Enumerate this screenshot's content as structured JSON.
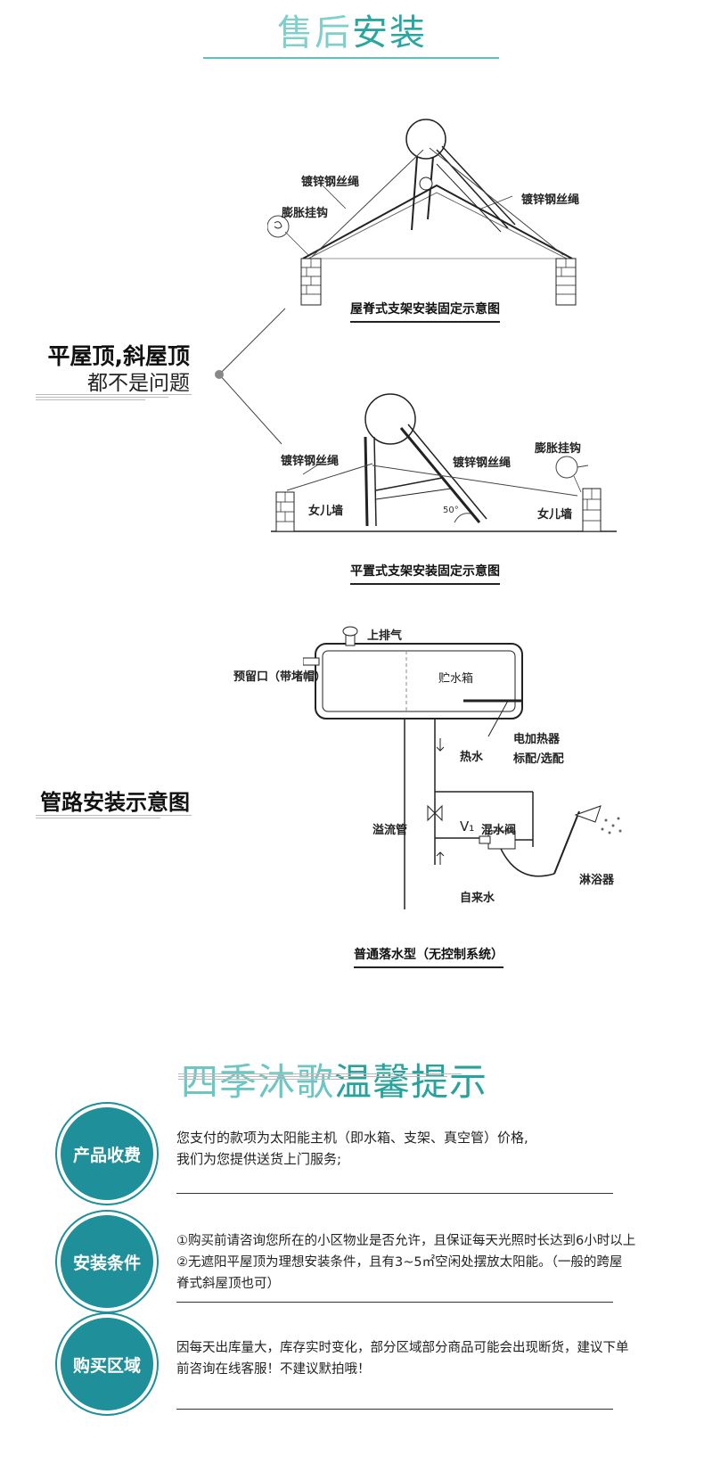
{
  "header": {
    "title_part1": "售后",
    "title_part2": "安装"
  },
  "diagram1": {
    "labels": {
      "wire_left": "镀锌钢丝绳",
      "hook": "膨胀挂钩",
      "wire_right": "镀锌钢丝绳"
    },
    "caption": "屋脊式支架安装固定示意图"
  },
  "side1": {
    "line1": "平屋顶,斜屋顶",
    "line2": "都不是问题"
  },
  "diagram2": {
    "labels": {
      "wire_left": "镀锌钢丝绳",
      "wire_mid": "镀锌钢丝绳",
      "hook": "膨胀挂钩",
      "wall_left": "女儿墙",
      "wall_right": "女儿墙",
      "angle": "50°"
    },
    "caption": "平置式支架安装固定示意图"
  },
  "side2": {
    "title": "管路安装示意图"
  },
  "pipe": {
    "labels": {
      "vent": "上排气",
      "reserved": "预留口（带堵帽）",
      "tank": "贮水箱",
      "heater": "电加热器",
      "heater_note": "标配/选配",
      "hot": "热水",
      "overflow": "溢流管",
      "valve": "V₁",
      "mixer": "混水阀",
      "shower": "淋浴器",
      "tap": "自来水"
    },
    "caption": "普通落水型（无控制系统）"
  },
  "tips_header": {
    "part1": "四季沐歌",
    "part2": "温馨提示"
  },
  "tips": [
    {
      "badge": "产品收费",
      "lines": [
        "您支付的款项为太阳能主机（即水箱、支架、真空管）价格,",
        "我们为您提供送货上门服务;"
      ]
    },
    {
      "badge": "安装条件",
      "lines": [
        "①购买前请咨询您所在的小区物业是否允许，且保证每天光照时长达到6小时以上",
        "②无遮阳平屋顶为理想安装条件，且有3~5㎡空闲处摆放太阳能。（一般的跨屋",
        "脊式斜屋顶也可）"
      ]
    },
    {
      "badge": "购买区域",
      "lines": [
        "因每天出库量大，库存实时变化，部分区域部分商品可能会出现断货，建议下单",
        "前咨询在线客服！不建议默拍哦！"
      ]
    }
  ]
}
